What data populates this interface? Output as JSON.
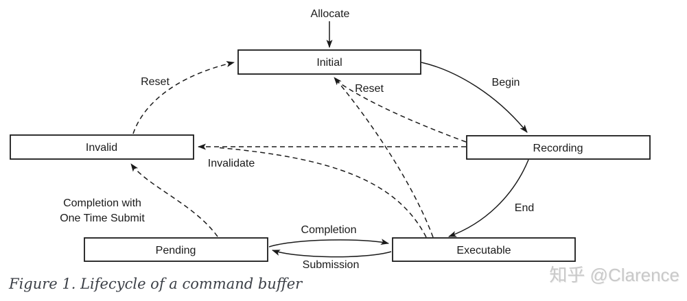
{
  "diagram": {
    "states": [
      {
        "id": "initial",
        "label": "Initial"
      },
      {
        "id": "invalid",
        "label": "Invalid"
      },
      {
        "id": "recording",
        "label": "Recording"
      },
      {
        "id": "pending",
        "label": "Pending"
      },
      {
        "id": "executable",
        "label": "Executable"
      }
    ],
    "labels": {
      "allocate": "Allocate",
      "begin": "Begin",
      "end": "End",
      "reset_invalid": "Reset",
      "reset_center": "Reset",
      "invalidate": "Invalidate",
      "completion": "Completion",
      "submission": "Submission",
      "one_time_line1": "Completion with",
      "one_time_line2": "One Time Submit"
    },
    "transitions": [
      {
        "from": null,
        "to": "Initial",
        "label": "Allocate",
        "style": "solid"
      },
      {
        "from": "Initial",
        "to": "Recording",
        "label": "Begin",
        "style": "solid"
      },
      {
        "from": "Recording",
        "to": "Executable",
        "label": "End",
        "style": "solid"
      },
      {
        "from": "Pending",
        "to": "Executable",
        "label": "Completion",
        "style": "solid"
      },
      {
        "from": "Executable",
        "to": "Pending",
        "label": "Submission",
        "style": "solid"
      },
      {
        "from": "Invalid",
        "to": "Initial",
        "label": "Reset",
        "style": "dashed"
      },
      {
        "from": "Executable",
        "to": "Initial",
        "label": "Reset",
        "style": "dashed"
      },
      {
        "from": "Recording",
        "to": "Initial",
        "label": "Reset",
        "style": "dashed"
      },
      {
        "from": "Recording",
        "to": "Invalid",
        "label": "Invalidate",
        "style": "dashed"
      },
      {
        "from": "Executable",
        "to": "Invalid",
        "label": "Invalidate",
        "style": "dashed"
      },
      {
        "from": "Pending",
        "to": "Invalid",
        "label": "Completion with One Time Submit",
        "style": "dashed"
      }
    ]
  },
  "caption": "Figure 1. Lifecycle of a command buffer",
  "watermark": "知乎 @Clarence",
  "colors": {
    "line": "#1a1a1a",
    "box_fill": "#ffffff",
    "caption": "#3b3f46",
    "watermark": "#c9c9c9",
    "background": "#ffffff"
  }
}
